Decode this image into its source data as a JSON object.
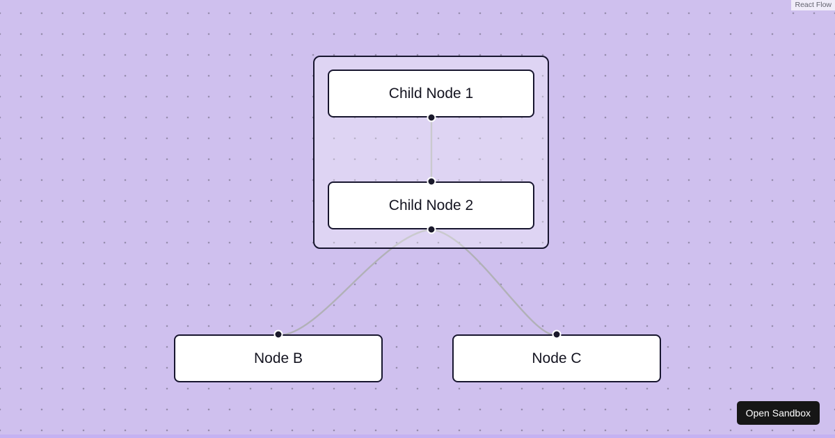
{
  "app": {
    "attribution": "React Flow",
    "sandbox_button_label": "Open Sandbox"
  },
  "nodes": {
    "group": {
      "label": "",
      "type": "group"
    },
    "child1": {
      "label": "Child Node 1"
    },
    "child2": {
      "label": "Child Node 2"
    },
    "node_b": {
      "label": "Node B"
    },
    "node_c": {
      "label": "Node C"
    }
  },
  "edges": [
    {
      "from": "Child Node 1",
      "to": "Child Node 2"
    },
    {
      "from": "Child Node 2",
      "to": "Node B"
    },
    {
      "from": "Child Node 2",
      "to": "Node C"
    }
  ],
  "colors": {
    "background": "#cfc0ee",
    "node_border": "#17152e",
    "node_fill": "#ffffff",
    "edge": "#b1b1b7",
    "handle": "#1a192b",
    "dot": "#968dad",
    "strip": "#c5b2f2",
    "button_bg": "#161616",
    "button_text": "#ffffff",
    "attribution_bg": "#f0ecf9",
    "attribution_text": "#62626e",
    "text": "#141420"
  }
}
